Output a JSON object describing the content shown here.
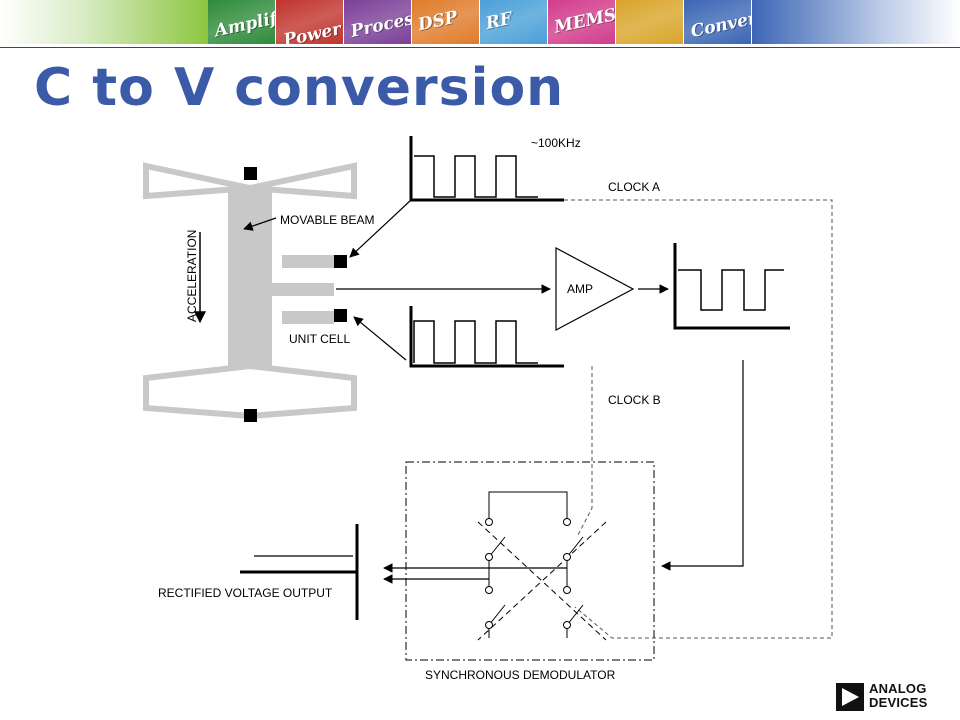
{
  "header": {
    "title": "C to V conversion",
    "banner_tiles": [
      {
        "label": "",
        "color": "#8dc63f"
      },
      {
        "label": "Amplifiers",
        "color": "#2e8b3a"
      },
      {
        "label": "Power Management",
        "color": "#c0342c"
      },
      {
        "label": "Processors",
        "color": "#7b3f98"
      },
      {
        "label": "DSP",
        "color": "#e07b2a"
      },
      {
        "label": "RF",
        "color": "#4aa0d8"
      },
      {
        "label": "MEMS",
        "color": "#d23c8c"
      },
      {
        "label": "",
        "color": "#d9a52a"
      },
      {
        "label": "Converters",
        "color": "#3b66b5"
      }
    ]
  },
  "diagram": {
    "labels": {
      "frequency": "~100KHz",
      "clock_a": "CLOCK A",
      "clock_b": "CLOCK B",
      "movable_beam": "MOVABLE BEAM",
      "acceleration": "ACCELERATION",
      "unit_cell": "UNIT CELL",
      "amp": "AMP",
      "rectified_output": "RECTIFIED VOLTAGE OUTPUT",
      "demodulator": "SYNCHRONOUS DEMODULATOR"
    },
    "colors": {
      "beam": "#c8c8c8",
      "line": "#000000",
      "dashed": "#555555"
    }
  },
  "logo": {
    "line1": "ANALOG",
    "line2": "DEVICES"
  },
  "colors": {
    "title": "#3b5aa8"
  }
}
